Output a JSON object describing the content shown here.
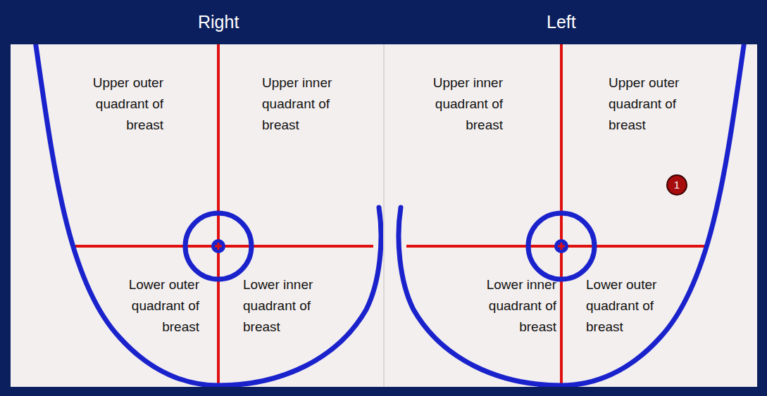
{
  "diagram": {
    "nodes": [
      {
        "text": [
          "1"
        ]
      }
    ],
    "labels": [
      "Right",
      "Left",
      "Upper outer quadrant of breast",
      "Upper inner quadrant of breast",
      "Lower outer quadrant of breast",
      "Lower inner quadrant of breast",
      "Upper inner quadrant of breast",
      "Upper outer quadrant of breast",
      "Lower inner quadrant of breast",
      "Lower outer quadrant of breast"
    ]
  }
}
